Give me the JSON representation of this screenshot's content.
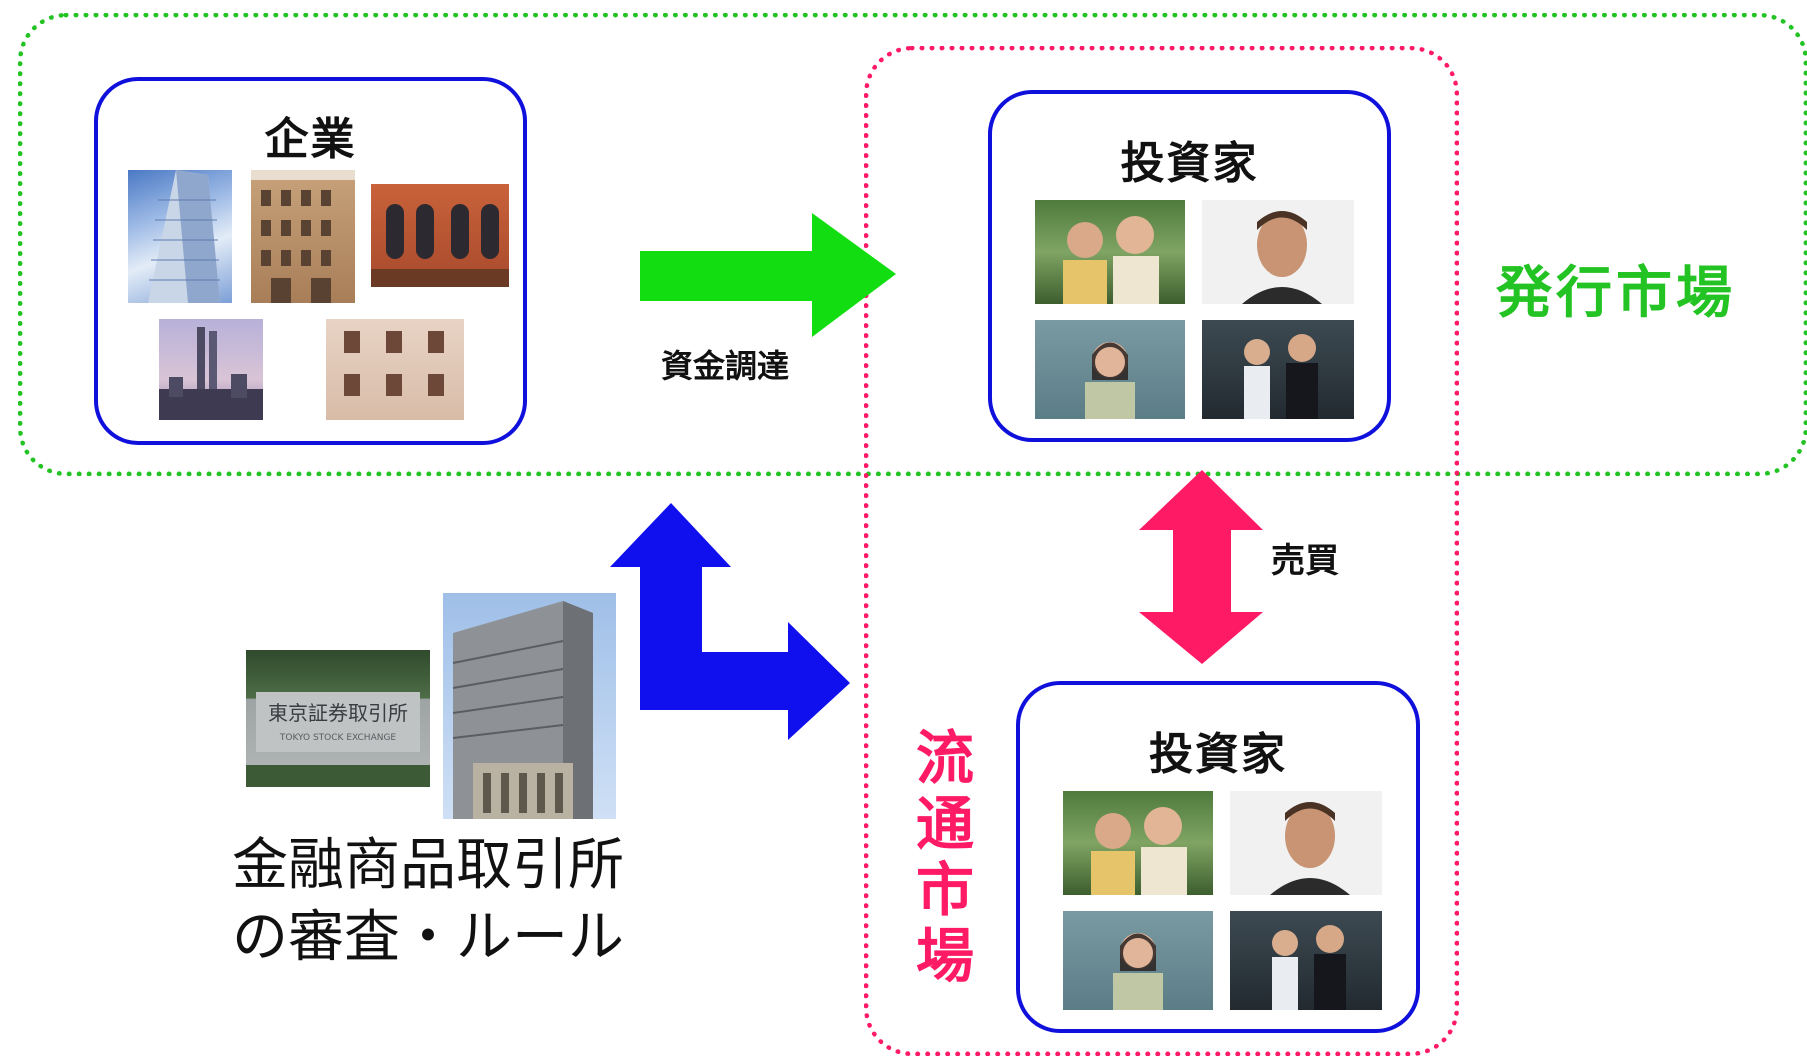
{
  "diagram": {
    "company": {
      "title": "企業"
    },
    "investor_top": {
      "title": "投資家"
    },
    "investor_bottom": {
      "title": "投資家"
    },
    "arrow_funding_label": "資金調達",
    "arrow_trade_label": "売買",
    "primary_market_label": "発行市場",
    "secondary_market_label": "流通市場",
    "exchange": {
      "line1": "金融商品取引所",
      "line2": "の審査・ルール",
      "sign_text": "東京証券取引所",
      "sign_subtext": "TOKYO STOCK EXCHANGE"
    }
  },
  "colors": {
    "primary_market": "#22c322",
    "secondary_market": "#ff1a66",
    "box_border": "#1010dd",
    "arrow_green": "#11dd11",
    "arrow_blue": "#1010ee",
    "arrow_pink": "#ff1a66"
  },
  "icons": [
    "building-photo",
    "investor-photo",
    "exchange-photo"
  ]
}
